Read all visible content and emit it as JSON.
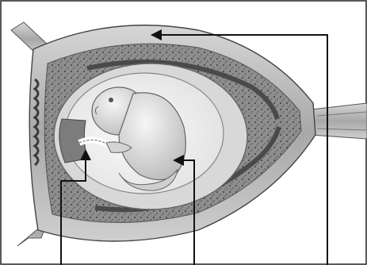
{
  "figure": {
    "subject": "uterus-with-embryo-in-amniotic-sac",
    "label_texts": [],
    "pointers": [
      {
        "name": "pointer-uterine-wall",
        "arrowhead": "arrowhead-left"
      },
      {
        "name": "pointer-umbilical-cord",
        "arrowhead": "arrowhead-up"
      },
      {
        "name": "pointer-fetus",
        "arrowhead": "arrowhead-left"
      }
    ]
  },
  "colors": {
    "ink": "#111111",
    "frame": "#222222",
    "uterine-wall": "#9a9a9a",
    "wall-highlight": "#cfcfcf",
    "endometrium": "#7a7a7a",
    "amniotic-fluid": "#f4f4f4",
    "embryo": "#e6e6e6",
    "embryo-shadow": "#b5b5b5",
    "background": "#ffffff"
  }
}
